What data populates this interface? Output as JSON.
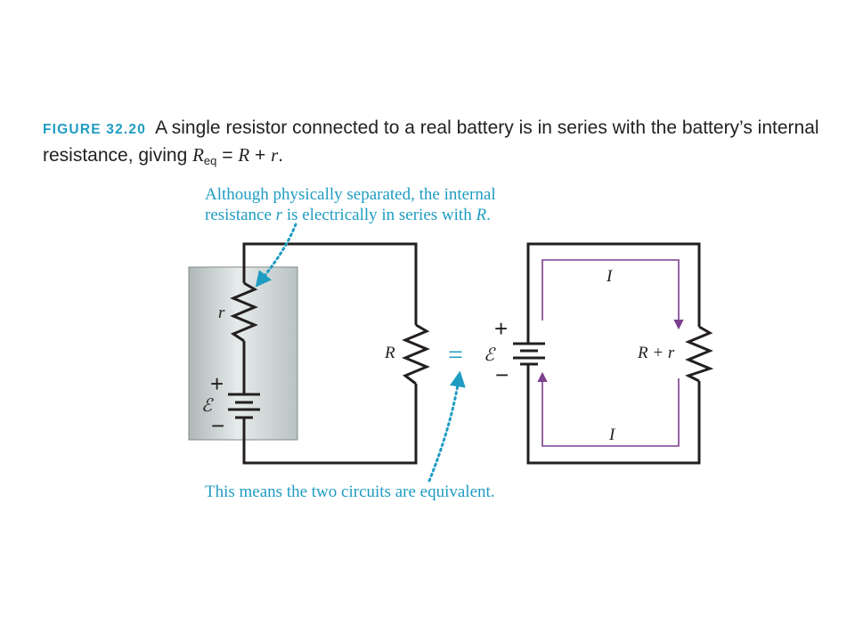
{
  "caption": {
    "figure_label": "FIGURE 32.20",
    "text_1": "A single resistor connected to a real battery is in series with the battery’s internal resistance, giving ",
    "req_symbol": "R",
    "req_subscript": "eq",
    "text_2": " = ",
    "r_sym_big": "R",
    "text_3": " + ",
    "r_sym_small": "r",
    "text_4": "."
  },
  "annotations": {
    "top_note_1": "Although physically separated, the internal",
    "top_note_2a": "resistance ",
    "top_note_2b": "r",
    "top_note_2c": " is electrically in series with ",
    "top_note_2d": "R",
    "top_note_2e": ".",
    "bottom_note": "This means the two circuits are equivalent."
  },
  "labels": {
    "internal_r": "r",
    "emf_left": "ℰ",
    "plus_left": "+",
    "minus_left": "−",
    "load_R": "R",
    "equals": "=",
    "emf_right": "ℰ",
    "plus_right": "+",
    "minus_right": "−",
    "combined": "R + r",
    "current_top": "I",
    "current_bottom": "I"
  },
  "colors": {
    "accent_blue": "#1f9cc2",
    "current_purple": "#7d3f8e",
    "wire": "#231f20",
    "battery_box": "#c4cccc"
  }
}
